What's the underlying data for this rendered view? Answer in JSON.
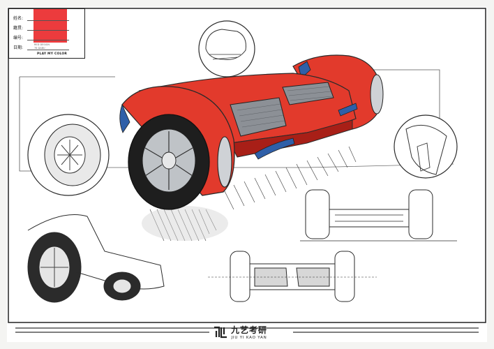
{
  "info_card": {
    "rows": [
      "姓名:",
      "籍贯:",
      "编号:",
      "日期:"
    ],
    "swatch_color": "#ec3b3d",
    "swatch_caption_1": "RED DESIGN",
    "swatch_caption_2": "76 DABU",
    "palette_label": "PLAY MY COLOR"
  },
  "brand": {
    "name_cn": "九艺考研",
    "name_en": "JIU YI KAO YAN",
    "logo_icon": "brand-monogram-icon"
  },
  "colors": {
    "body_red": "#e23a2c",
    "body_dark_red": "#a81f17",
    "tire_black": "#1e1e1e",
    "accent_blue": "#2f5fa8",
    "pad_grey": "#8c9096",
    "line_ink": "#2a2a2a"
  }
}
